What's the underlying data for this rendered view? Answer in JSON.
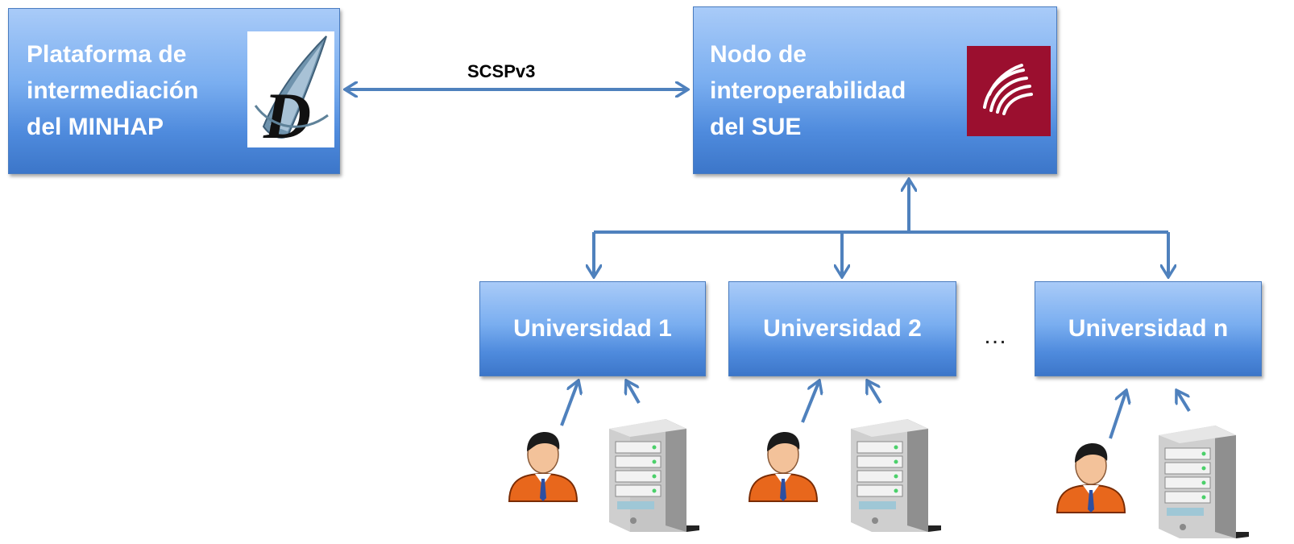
{
  "nodes": {
    "minhap": {
      "lines": [
        "Plataforma de",
        "intermediación",
        "del MINHAP"
      ],
      "logo_icon": "d-swoosh-logo"
    },
    "sue": {
      "lines": [
        "Nodo de",
        "interoperabilidad",
        "del SUE"
      ],
      "logo_icon": "sue-arcs-logo"
    },
    "universities": [
      {
        "label": "Universidad 1"
      },
      {
        "label": "Universidad 2"
      },
      {
        "label": "Universidad n"
      }
    ]
  },
  "edges": {
    "protocol_label": "SCSPv3"
  },
  "ellipsis": "…",
  "icons": {
    "user": "user-icon",
    "server": "server-icon"
  },
  "colors": {
    "box_gradient_top": "#a9cbf8",
    "box_gradient_bottom": "#3c76c9",
    "connector": "#4f81bd",
    "sue_logo_bg": "#9b0f2f",
    "user_shirt": "#e8671c"
  }
}
